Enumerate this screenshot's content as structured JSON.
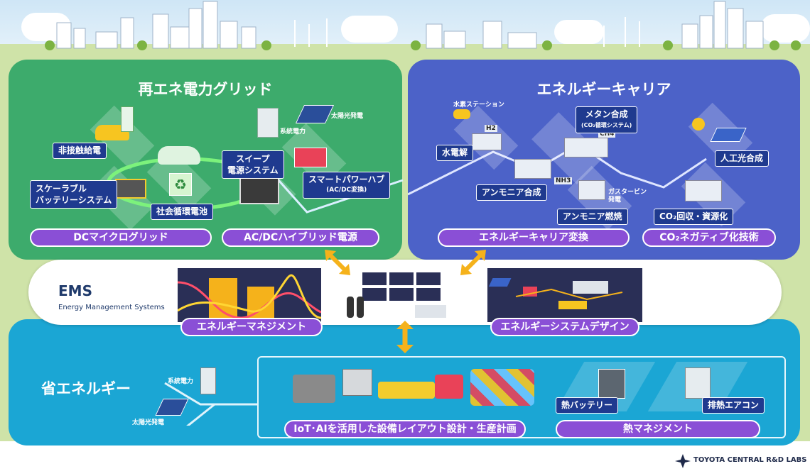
{
  "grid": {
    "title": "再エネ電力グリッド",
    "contactless": "非接触給電",
    "scalable_line1": "スケーラブル",
    "scalable_line2": "バッテリーシステム",
    "circular": "社会循環電池",
    "sweep_line1": "スイープ",
    "sweep_line2": "電源システム",
    "smart_hub": "スマートパワーハブ",
    "smart_hub_sub": "(AC/DC変換)",
    "grid_power": "系統電力",
    "solar": "太陽光発電",
    "pill_dc": "DCマイクログリッド",
    "pill_acdc": "AC/DCハイブリッド電源"
  },
  "carrier": {
    "title": "エネルギーキャリア",
    "h2_station": "水素ステーション",
    "electrolysis": "水電解",
    "methane": "メタン合成",
    "methane_sub": "(CO₂循環システム)",
    "ch4": "CH4",
    "h2": "H2",
    "nh3": "NH3",
    "ammonia_syn": "アンモニア合成",
    "gas_turbine_line1": "ガスタービン",
    "gas_turbine_line2": "発電",
    "ammonia_burn": "アンモニア燃焼",
    "artificial_ps": "人工光合成",
    "co2_recovery": "CO₂回収・資源化",
    "pill_conv": "エネルギーキャリア変換",
    "pill_neg": "CO₂ネガティブ化技術"
  },
  "ems": {
    "title": "EMS",
    "subtitle": "Energy Management Systems",
    "pill_mgmt": "エネルギーマネジメント",
    "pill_design": "エネルギーシステムデザイン"
  },
  "saving": {
    "title": "省エネルギー",
    "grid_power": "系統電力",
    "solar": "太陽光発電",
    "heat_battery": "熱バッテリー",
    "exhaust_ac": "排熱エアコン",
    "pill_iot": "IoT･AIを活用した設備レイアウト設計・生産計画",
    "pill_heat": "熱マネジメント"
  },
  "footer": {
    "logo_text": "TOYOTA CENTRAL R&D LABS"
  },
  "colors": {
    "grid_panel": "#3dab6c",
    "carrier_panel": "#4c62c8",
    "saving_panel": "#1ba6d4",
    "pill": "#8a4fd6",
    "label": "#1f3a8f",
    "arrow": "#f5b21b"
  }
}
